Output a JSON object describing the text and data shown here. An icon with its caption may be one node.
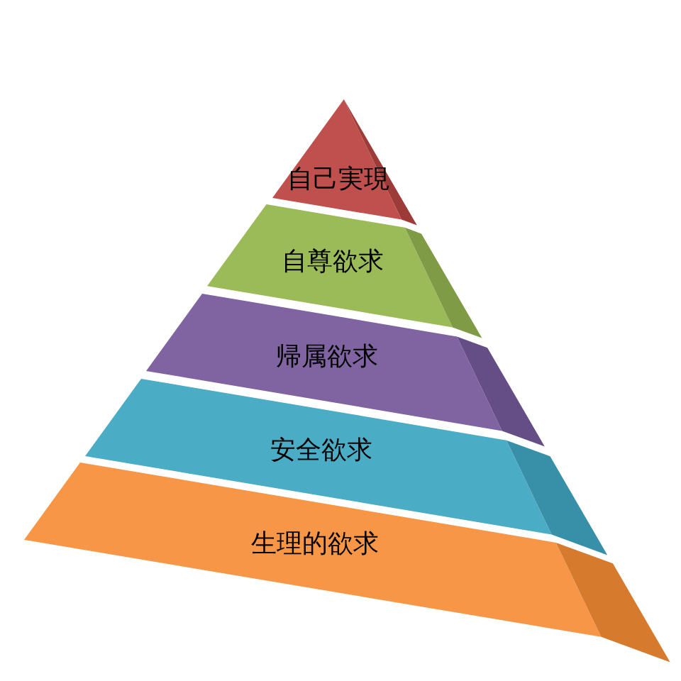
{
  "diagram": {
    "nodes": [
      {
        "text": [
          "自己実現"
        ]
      },
      {
        "text": [
          "自尊欲求"
        ]
      },
      {
        "text": [
          "帰属欲求"
        ]
      },
      {
        "text": [
          "安全欲求"
        ]
      },
      {
        "text": [
          "生理的欲求"
        ]
      }
    ]
  }
}
